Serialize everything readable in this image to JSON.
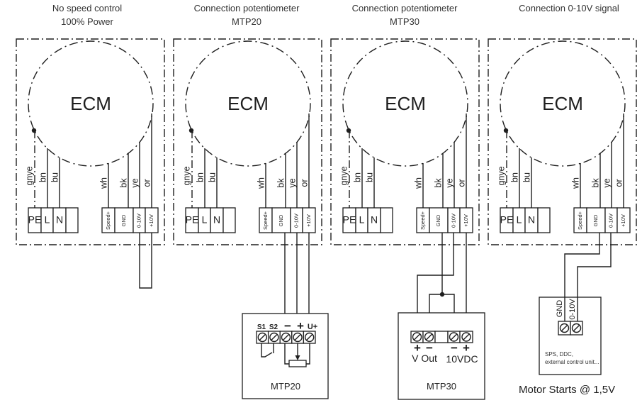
{
  "panels": [
    {
      "title": [
        "No speed control",
        "100% Power"
      ]
    },
    {
      "title": [
        "Connection potentiometer",
        "MTP20"
      ]
    },
    {
      "title": [
        "Connection potentiometer",
        "MTP30"
      ]
    },
    {
      "title": [
        "Connection 0-10V signal"
      ]
    }
  ],
  "motor": {
    "label": "ECM"
  },
  "wire_colors": [
    "gnye",
    "bn",
    "bu",
    "wh",
    "bk",
    "ye",
    "or"
  ],
  "power_terminals": [
    "PE",
    "L",
    "N",
    ""
  ],
  "control_terminals": [
    "Speed+",
    "GND",
    "0-10V",
    "+10V"
  ],
  "mtp20": {
    "label": "MTP20",
    "terminals": [
      "S1",
      "S2",
      "−",
      "+",
      "U+"
    ]
  },
  "mtp30": {
    "label": "MTP30",
    "polarity": [
      "+",
      "−",
      "−",
      "+"
    ],
    "groups": [
      "V Out",
      "10VDC"
    ]
  },
  "external_controller": {
    "terminals": [
      "GND",
      "0-10V"
    ],
    "description": [
      "SPS, DDC,",
      "external control unit..."
    ],
    "note": "Motor Starts @ 1,5V"
  }
}
